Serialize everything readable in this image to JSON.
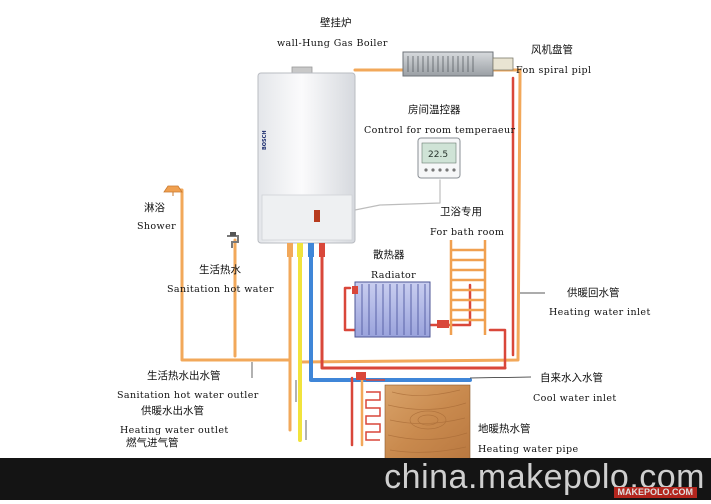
{
  "diagram": {
    "labels": {
      "boiler_zh": "壁挂炉",
      "boiler_en": "wall-Hung Gas Boiler",
      "fan_zh": "风机盘管",
      "fan_en": "Fon spiral pipl",
      "room_zh": "房间温控器",
      "room_en": "Control for room temperaeur",
      "shower_zh": "淋浴",
      "shower_en": "Shower",
      "bath_zh": "卫浴专用",
      "bath_en": "For bath room",
      "hotwater_zh": "生活热水",
      "hotwater_en": "Sanitation hot water",
      "radiator_zh": "散热器",
      "radiator_en": "Radiator",
      "return_zh": "供暖回水管",
      "return_en": "Heating water inlet",
      "outlet_zh": "生活热水出水管",
      "outlet_en": "Sanitation hot water outler",
      "cool_zh": "自来水入水管",
      "cool_en": "Cool water inlet",
      "heatout_zh": "供暖水出水管",
      "heatout_en": "Heating water outlet",
      "floor_zh": "地暖热水管",
      "floor_en": "Heating water pipe",
      "gas_zh": "燃气进气管"
    },
    "boiler_brand": "BOSCH",
    "thermostat_display": "22.5"
  },
  "watermark": {
    "site": "china.makepolo.com",
    "badge": "MAKEPOLO.COM"
  },
  "colors": {
    "hot_pipe": "#f2a85a",
    "red_pipe": "#d9473a",
    "yellow_pipe": "#f1e33c",
    "blue_pipe": "#3f86d8",
    "radiator": "#aab2e4"
  }
}
